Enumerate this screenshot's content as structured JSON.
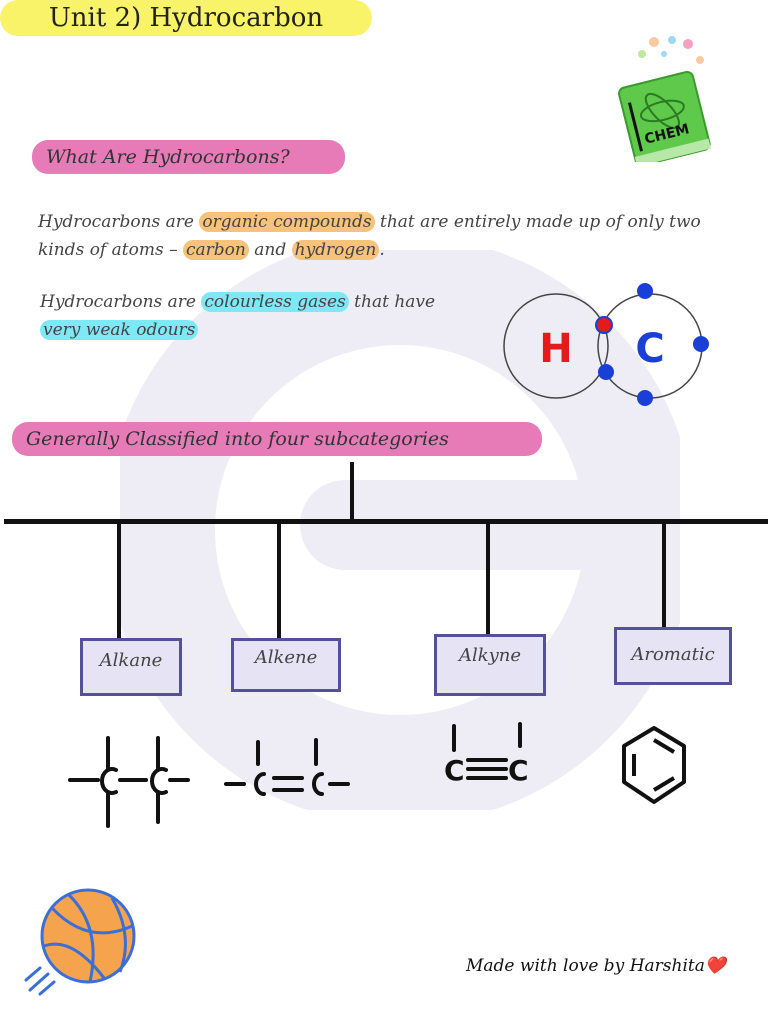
{
  "page": {
    "title": "Unit 2) Hydrocarbon",
    "book_label": "CHEM"
  },
  "section1": {
    "heading": "What Are Hydrocarbons?",
    "para1": {
      "t1": "Hydrocarbons are ",
      "h1": "organic compounds",
      "t2": " that are entirely made up of only two kinds of atoms – ",
      "h2": "carbon",
      "t3": " and ",
      "h3": "hydrogen",
      "t4": "."
    },
    "para2": {
      "t1": "Hydrocarbons are ",
      "h1": "colourless gases",
      "t2": " that have ",
      "h2": "very weak odours"
    },
    "diagram": {
      "atom_h": "H",
      "atom_c": "C"
    },
    "colors": {
      "highlight_orange": "#f7c27a",
      "highlight_cyan": "#7ee8f4",
      "heading_pink": "#e67bb8",
      "title_yellow": "#f9f36a",
      "h_red": "#e31b1b",
      "c_blue": "#1a3fd6"
    }
  },
  "section2": {
    "heading": "Generally Classified into four subcategories",
    "categories": [
      "Alkane",
      "Alkene",
      "Alkyne",
      "Aromatic"
    ],
    "structures": {
      "alkane": "C",
      "alkyne": "C"
    }
  },
  "footer": {
    "text": "Made with love by Harshita",
    "heart": "❤️"
  }
}
